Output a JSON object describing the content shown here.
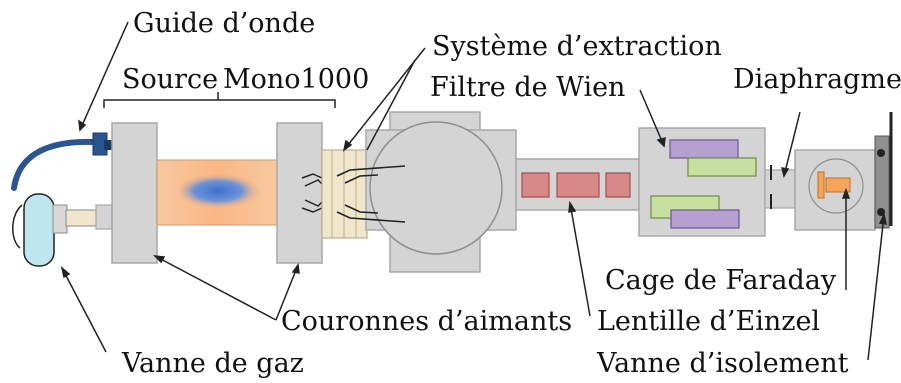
{
  "labels": {
    "guide_onde": "Guide d’onde",
    "source": "Source",
    "mono1000": "Mono1000",
    "systeme_extraction": "Système d’extraction",
    "filtre_wien": "Filtre de Wien",
    "diaphragme": "Diaphragme",
    "cage_faraday": "Cage de Faraday",
    "couronnes_aimants": "Couronnes d’aimants",
    "lentille_einzel": "Lentille d’Einzel",
    "vanne_gaz": "Vanne de gaz",
    "vanne_isolement": "Vanne d’isolement"
  },
  "colors": {
    "chamber_fill": "#d4d4d4",
    "chamber_stroke": "#a8a8a8",
    "plasma_orange": "#fbb784",
    "plasma_blue": "#4a7fd8",
    "gas_bottle": "#bfe6ef",
    "einzel_red": "#d98888",
    "wien_purple": "#b5a0d0",
    "wien_green": "#c7e0a0",
    "faraday_orange": "#f5a65b",
    "waveguide_blue": "#2a5590",
    "extraction_beige": "#efe6cc"
  }
}
